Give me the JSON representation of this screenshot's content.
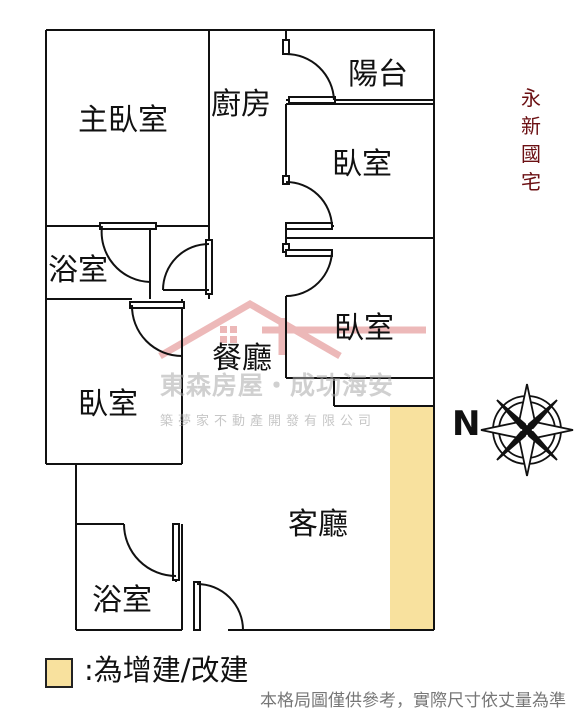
{
  "rooms": {
    "master_bedroom": "主臥室",
    "kitchen": "廚房",
    "balcony": "陽台",
    "bedroom_upper": "臥室",
    "bath_upper": "浴室",
    "bedroom_middle": "臥室",
    "dining": "餐廳",
    "bedroom_lower": "臥室",
    "living": "客廳",
    "bath_lower": "浴室"
  },
  "community_name": [
    "永",
    "新",
    "國",
    "宅"
  ],
  "watermark": {
    "brand": "東森房屋・成功海安",
    "slogan": "築夢家不動產開發有限公司"
  },
  "compass": {
    "north_label": "N",
    "icon": "compass-rose-icon"
  },
  "legend": {
    "label": ":為增建/改建",
    "swatch_color": "#f8e19e"
  },
  "disclaimer": "本格局圖僅供參考，實際尺寸依丈量為準",
  "colors": {
    "wall": "#111111",
    "community_text": "#6b0f12",
    "addition_fill": "#f8e19e",
    "watermark_red": "#e8a7a7"
  }
}
